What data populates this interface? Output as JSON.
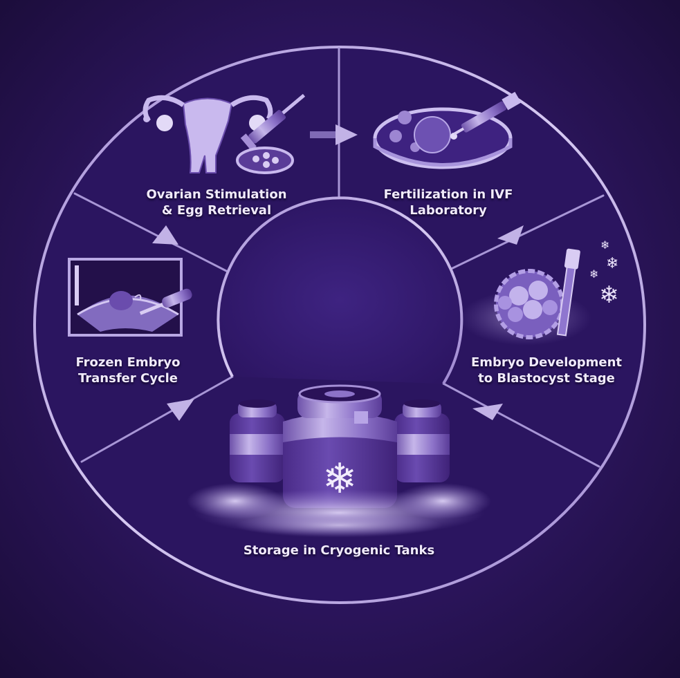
{
  "diagram": {
    "type": "cycle",
    "colors": {
      "background": "#2f1764",
      "background_edge": "#1a0c38",
      "ring_stroke": "#b9a6df",
      "arrow_fill": "#c2b2e6",
      "icon_light": "#d9ccf3",
      "icon_mid": "#8a70c4",
      "icon_dark": "#4b2a8c",
      "label_text": "#f1ebfb"
    },
    "stages": [
      {
        "id": "ovarian",
        "line1": "Ovarian Stimulation",
        "line2": "& Egg Retrieval",
        "icon": "uterus-syringe-petri-icon"
      },
      {
        "id": "fertilization",
        "line1": "Fertilization in IVF",
        "line2": "Laboratory",
        "icon": "petri-dish-pipette-icon"
      },
      {
        "id": "embryo",
        "line1": "Embryo Development",
        "line2": "to Blastocyst Stage",
        "icon": "blastocyst-straw-snowflake-icon"
      },
      {
        "id": "storage",
        "line1": "Storage in Cryogenic Tanks",
        "line2": "",
        "icon": "cryogenic-tanks-icon"
      },
      {
        "id": "transfer",
        "line1": "Frozen Embryo",
        "line2": "Transfer Cycle",
        "icon": "ultrasound-monitor-icon"
      }
    ],
    "flow": [
      {
        "from": "ovarian",
        "to": "fertilization"
      },
      {
        "from": "fertilization",
        "to": "embryo"
      },
      {
        "from": "embryo",
        "to": "storage"
      },
      {
        "from": "storage",
        "to": "transfer"
      },
      {
        "from": "transfer",
        "to": "ovarian"
      }
    ]
  }
}
